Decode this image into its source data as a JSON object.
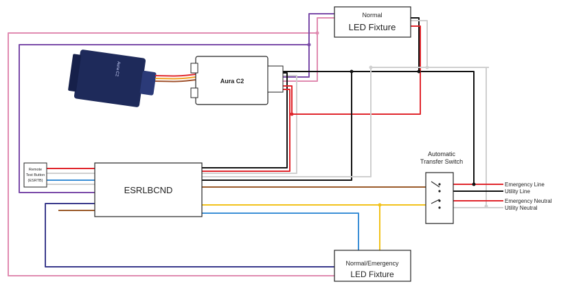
{
  "boxes": {
    "normal_fixture": {
      "line1": "Normal",
      "line2": "LED Fixture"
    },
    "aura_c2": {
      "label": "Aura C2"
    },
    "esrlbcnd": {
      "label": "ESRLBCND"
    },
    "remote_test_button": {
      "line1": "Remote",
      "line2": "Test Button",
      "line3": "(ESRTB)"
    },
    "ats": {
      "line1": "Automatic",
      "line2": "Transfer Switch"
    },
    "ne_fixture": {
      "line1": "Normal/Emergency",
      "line2": "LED Fixture"
    }
  },
  "device_photo": {
    "brand_text": "Aura C2"
  },
  "supply_labels": {
    "emergency_line": "Emergency Line",
    "utility_line": "Utility Line",
    "emergency_neutral": "Emergency Neutral",
    "utility_neutral": "Utility Neutral"
  },
  "colors": {
    "black": "#111111",
    "red": "#e0262c",
    "white_gray": "#cfcfcf",
    "pink": "#e08ab0",
    "purple": "#7a4aa8",
    "navy": "#3a3a8c",
    "blue": "#3b8fd6",
    "yellow": "#f2c21b",
    "brown": "#9a5a2a",
    "box_border": "#222222",
    "device_body": "#1e2a5a"
  }
}
